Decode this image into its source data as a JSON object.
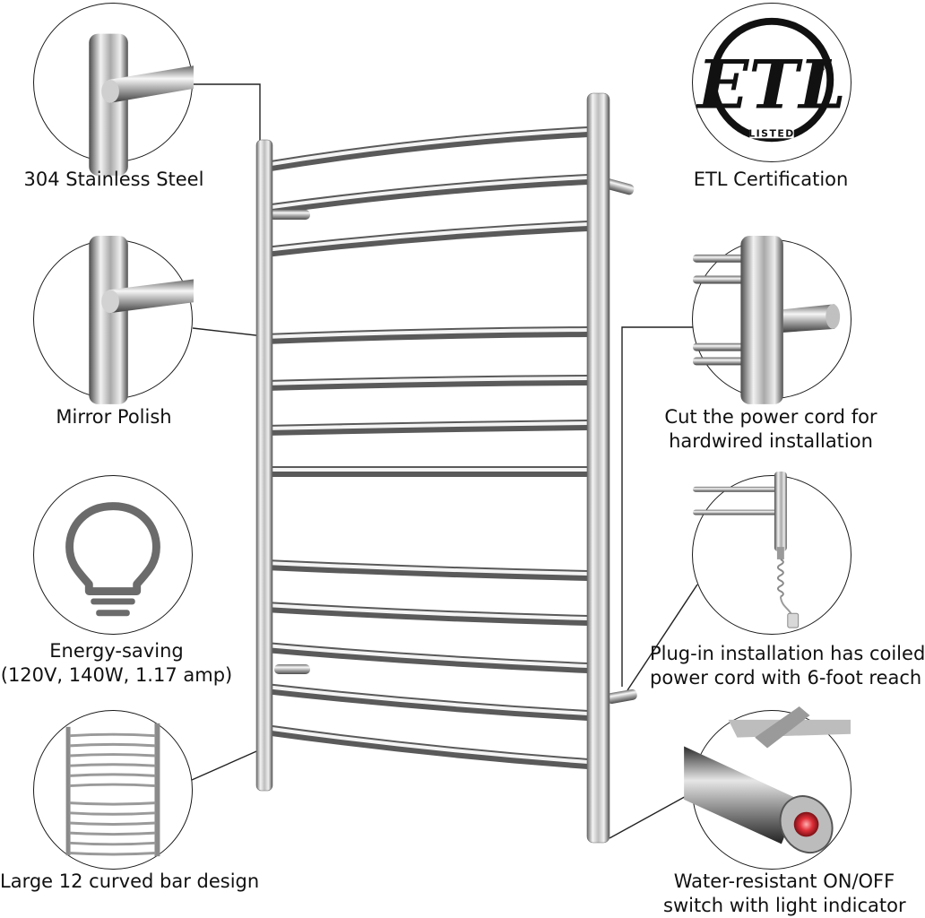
{
  "features": {
    "left": [
      {
        "label": "304 Stainless Steel"
      },
      {
        "label": "Mirror Polish"
      },
      {
        "label": "Energy-saving",
        "detail": "(120V, 140W, 1.17 amp)"
      },
      {
        "label": "Large 12 curved bar design"
      }
    ],
    "right": [
      {
        "label": "ETL Certification"
      },
      {
        "label": "Cut the power cord for",
        "label_line2": "hardwired installation"
      },
      {
        "label": "Plug-in installation has coiled",
        "label_line2": "power cord with 6-foot reach"
      },
      {
        "label": "Water-resistant ON/OFF",
        "label_line2": "switch with light indicator"
      }
    ]
  },
  "etl_logo": {
    "mark": "ETL",
    "registered": "®",
    "listed": "LISTED"
  },
  "product": {
    "bar_count": 12
  },
  "colors": {
    "steel_light": "#f4f4f4",
    "steel_mid": "#b9b9b9",
    "steel_dark": "#5c5c5c",
    "indicator_red": "#e0303a",
    "outline": "#1a1a1a"
  }
}
